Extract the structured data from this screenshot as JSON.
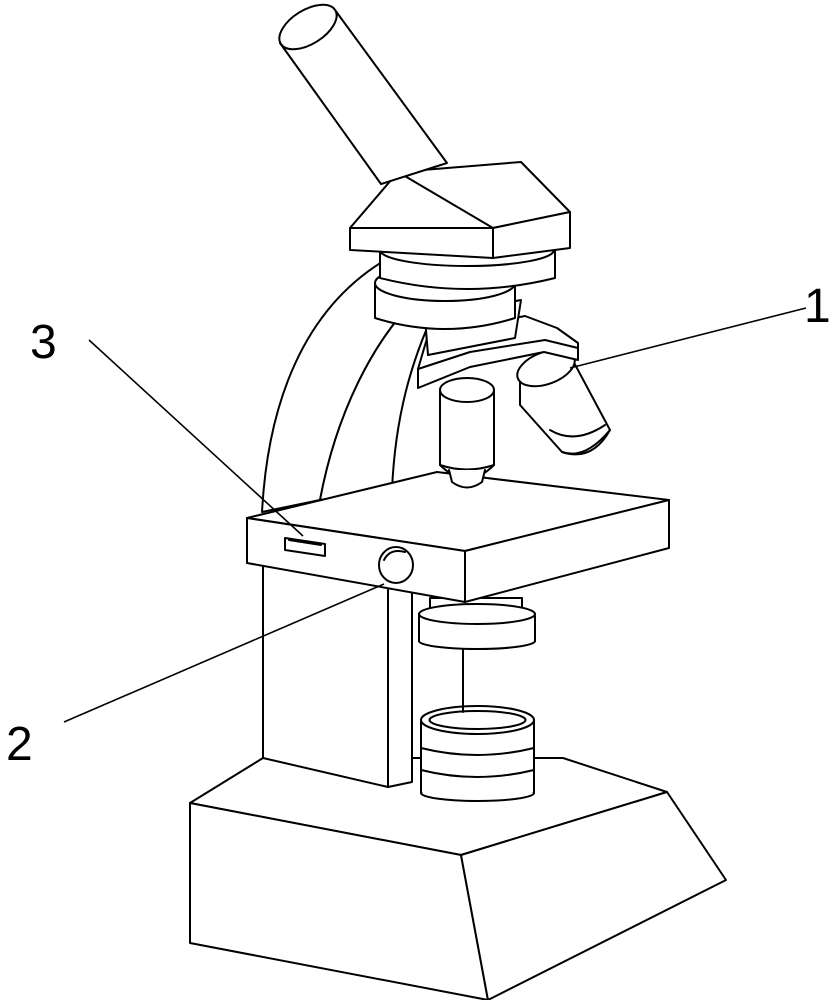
{
  "figure": {
    "description_free": true,
    "callouts": [
      {
        "id": "callout-1",
        "label": "1"
      },
      {
        "id": "callout-2",
        "label": "2"
      },
      {
        "id": "callout-3",
        "label": "3"
      }
    ]
  },
  "colors": {
    "line": "#000000",
    "background": "#ffffff"
  }
}
